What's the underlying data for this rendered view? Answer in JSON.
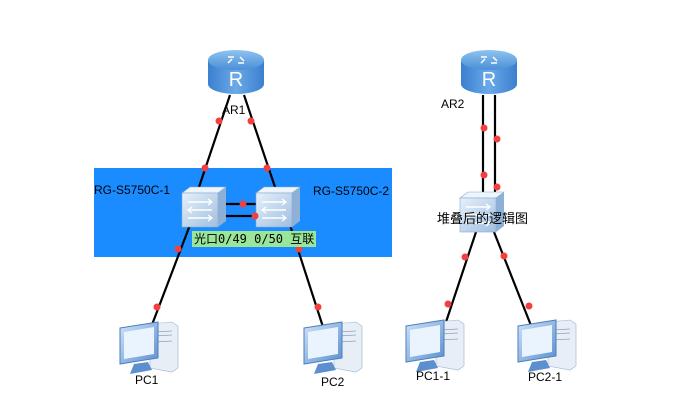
{
  "colors": {
    "stack_area": "#1a8cff",
    "port_note_bg": "#99e699",
    "link": "#000000",
    "port_dot": "#f04040"
  },
  "left_topology": {
    "router": {
      "name": "AR1",
      "glyph": "R"
    },
    "switches": [
      {
        "name": "RG-S5750C-1"
      },
      {
        "name": "RG-S5750C-2"
      }
    ],
    "port_note": "光口0/49 0/50 互联",
    "pcs": [
      {
        "name": "PC1"
      },
      {
        "name": "PC2"
      }
    ]
  },
  "right_topology": {
    "router": {
      "name": "AR2",
      "glyph": "R"
    },
    "switch_label": "堆叠后的逻辑图",
    "pcs": [
      {
        "name": "PC1-1"
      },
      {
        "name": "PC2-1"
      }
    ]
  }
}
